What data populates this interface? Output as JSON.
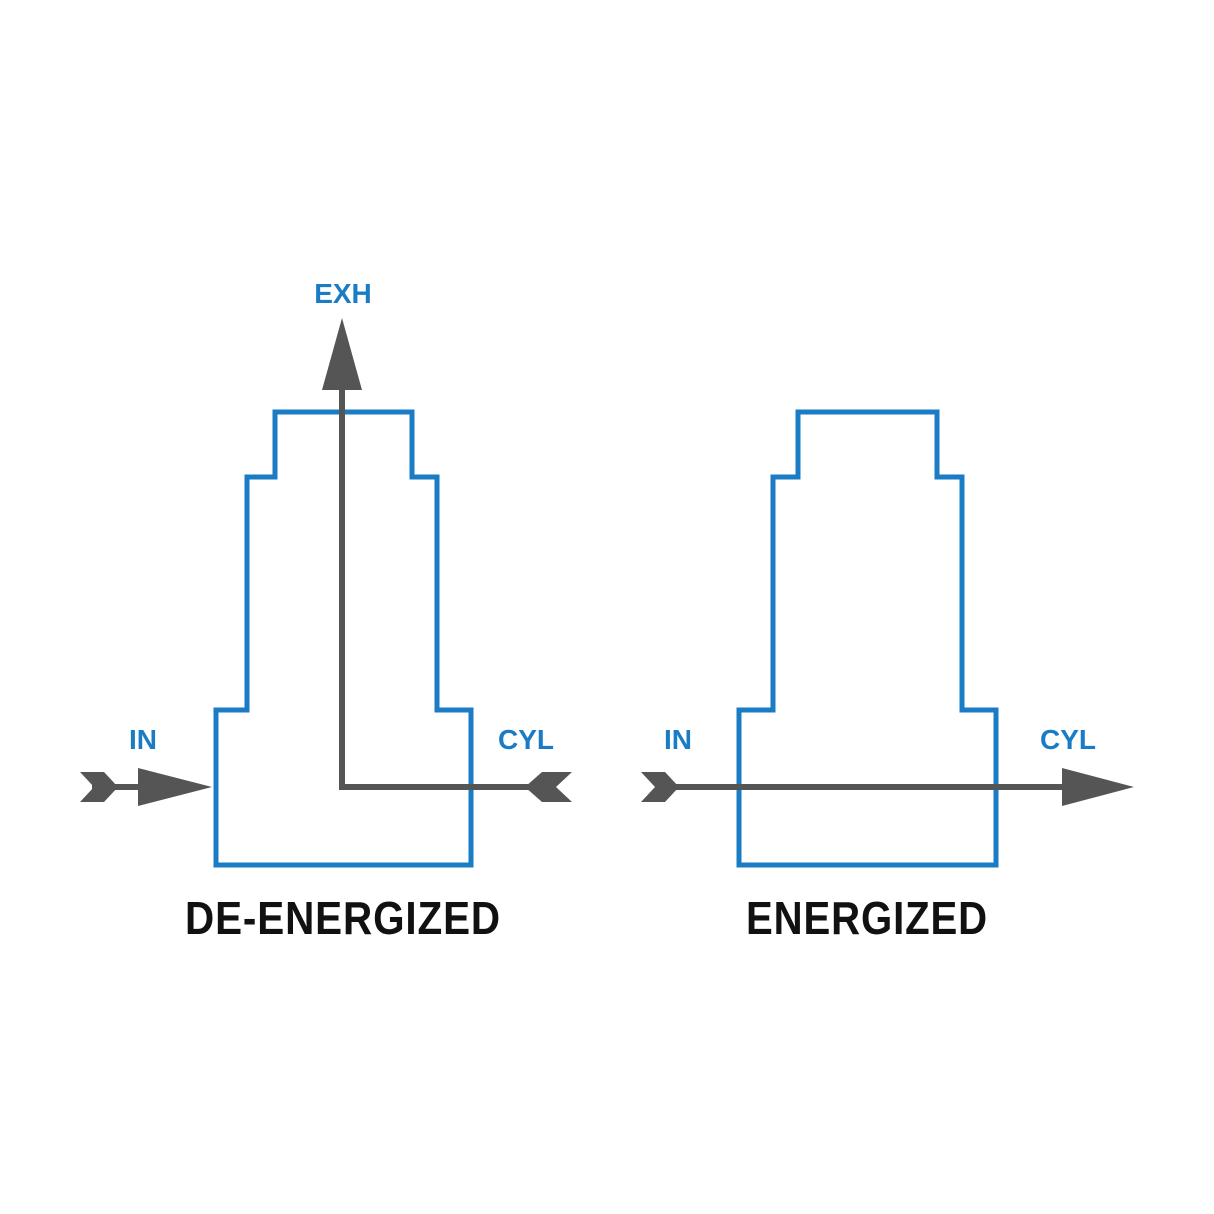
{
  "colors": {
    "valve_outline": "#1a7cc4",
    "flow_arrow": "#555555",
    "port_label": "#1a7cc4",
    "state_label": "#111111",
    "background": "#ffffff"
  },
  "deenergized": {
    "state_label": "DE-ENERGIZED",
    "ports": {
      "exh": "EXH",
      "in": "IN",
      "cyl": "CYL"
    }
  },
  "energized": {
    "state_label": "ENERGIZED",
    "ports": {
      "in": "IN",
      "cyl": "CYL"
    }
  }
}
